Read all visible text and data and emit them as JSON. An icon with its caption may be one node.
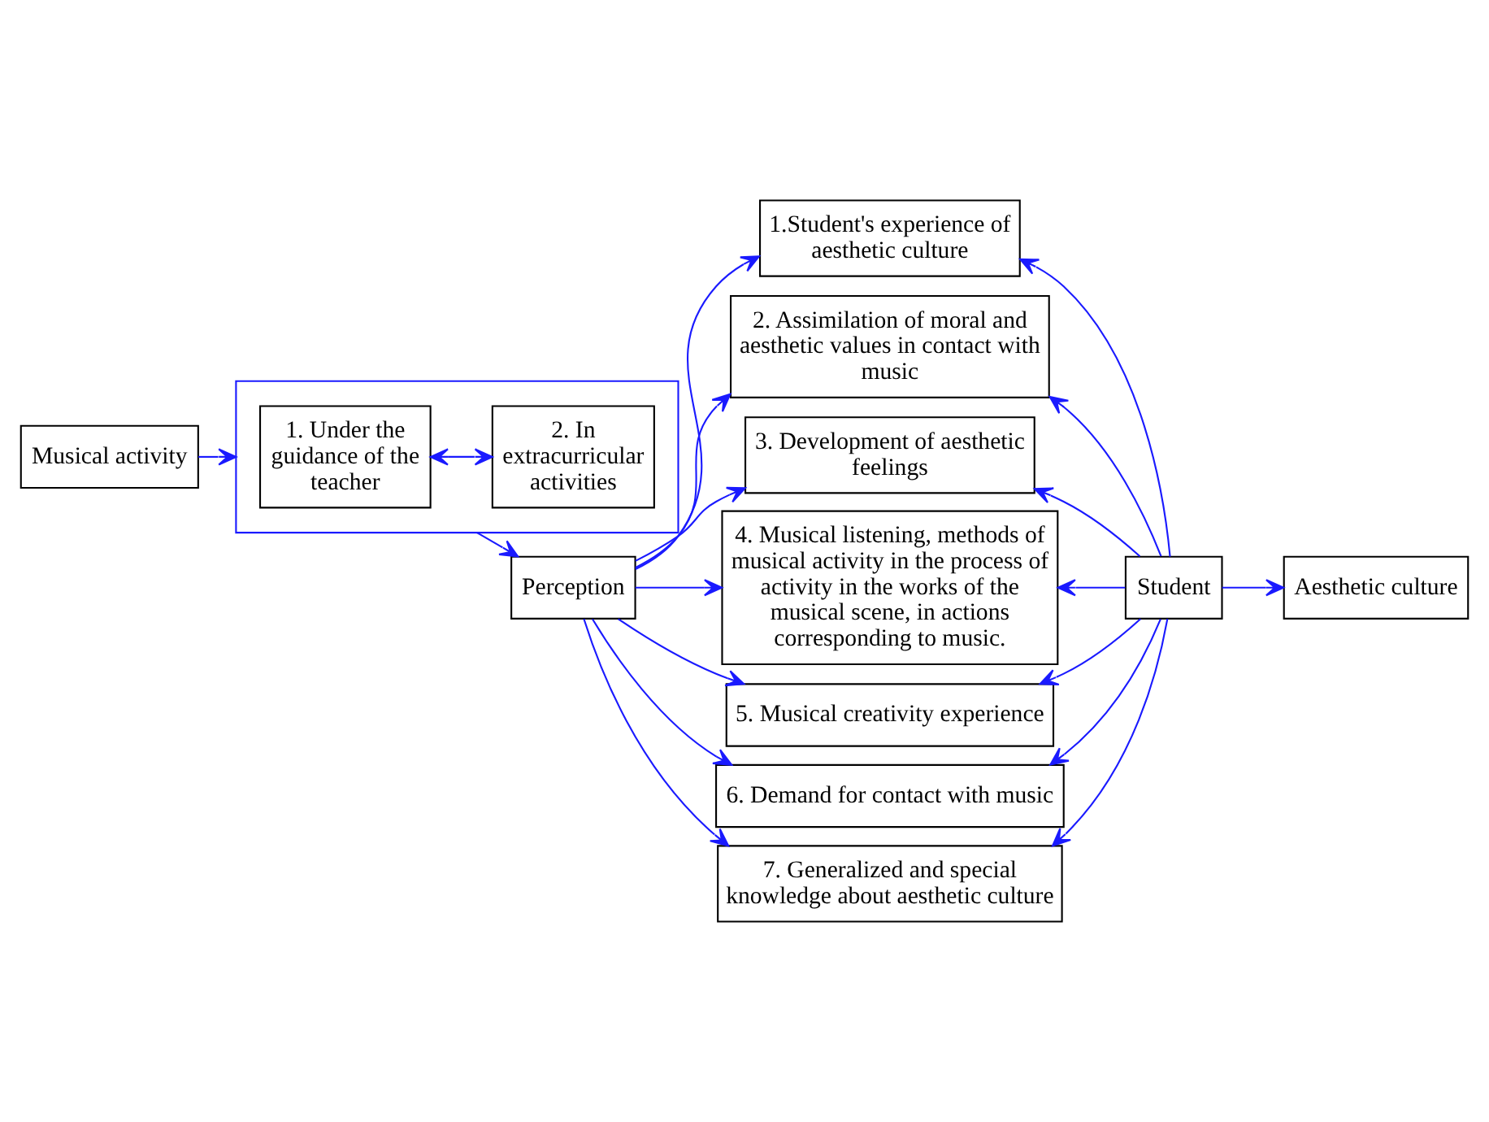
{
  "diagram": {
    "nodes": [
      {
        "text": [
          "Musical activity"
        ]
      },
      {
        "text": [],
        "shape": "box"
      },
      {
        "text": [
          "1. Under the guidance of the teacher"
        ],
        "in": 1
      },
      {
        "text": [
          "2. In extracurricular activities"
        ],
        "in": 1
      },
      {
        "text": [
          "Perception"
        ]
      },
      {
        "text": [
          "1.Student's experience of aesthetic culture"
        ]
      },
      {
        "text": [
          "2. Assimilation of moral and aesthetic values in contact with music"
        ]
      },
      {
        "text": [
          "3. Development of aesthetic feelings"
        ]
      },
      {
        "text": [
          "4. Musical listening, methods of musical activity in the process of activity in the works of the musical scene, in actions corresponding to music."
        ]
      },
      {
        "text": [
          "5. Musical creativity experience"
        ]
      },
      {
        "text": [
          "6. Demand for contact with music"
        ]
      },
      {
        "text": [
          "7. Generalized and special knowledge about aesthetic culture"
        ]
      },
      {
        "text": [
          "Student"
        ]
      },
      {
        "text": [
          "Aesthetic culture"
        ]
      }
    ],
    "edges": [
      {
        "from": 0,
        "to": 1,
        "arrow": "to"
      },
      {
        "from": 2,
        "to": 3,
        "arrow": "both"
      },
      {
        "from": 1,
        "to": 4,
        "arrow": "to"
      },
      {
        "from": 4,
        "to": 5,
        "arrow": "to"
      },
      {
        "from": 4,
        "to": 6,
        "arrow": "to"
      },
      {
        "from": 4,
        "to": 7,
        "arrow": "to"
      },
      {
        "from": 4,
        "to": 8,
        "arrow": "to"
      },
      {
        "from": 4,
        "to": 9,
        "arrow": "to"
      },
      {
        "from": 4,
        "to": 10,
        "arrow": "to"
      },
      {
        "from": 4,
        "to": 11,
        "arrow": "to"
      },
      {
        "from": 12,
        "to": 5,
        "arrow": "to"
      },
      {
        "from": 12,
        "to": 6,
        "arrow": "to"
      },
      {
        "from": 12,
        "to": 7,
        "arrow": "to"
      },
      {
        "from": 12,
        "to": 8,
        "arrow": "to"
      },
      {
        "from": 12,
        "to": 9,
        "arrow": "to"
      },
      {
        "from": 12,
        "to": 10,
        "arrow": "to"
      },
      {
        "from": 12,
        "to": 11,
        "arrow": "to"
      },
      {
        "from": 12,
        "to": 13,
        "arrow": "to"
      }
    ]
  }
}
